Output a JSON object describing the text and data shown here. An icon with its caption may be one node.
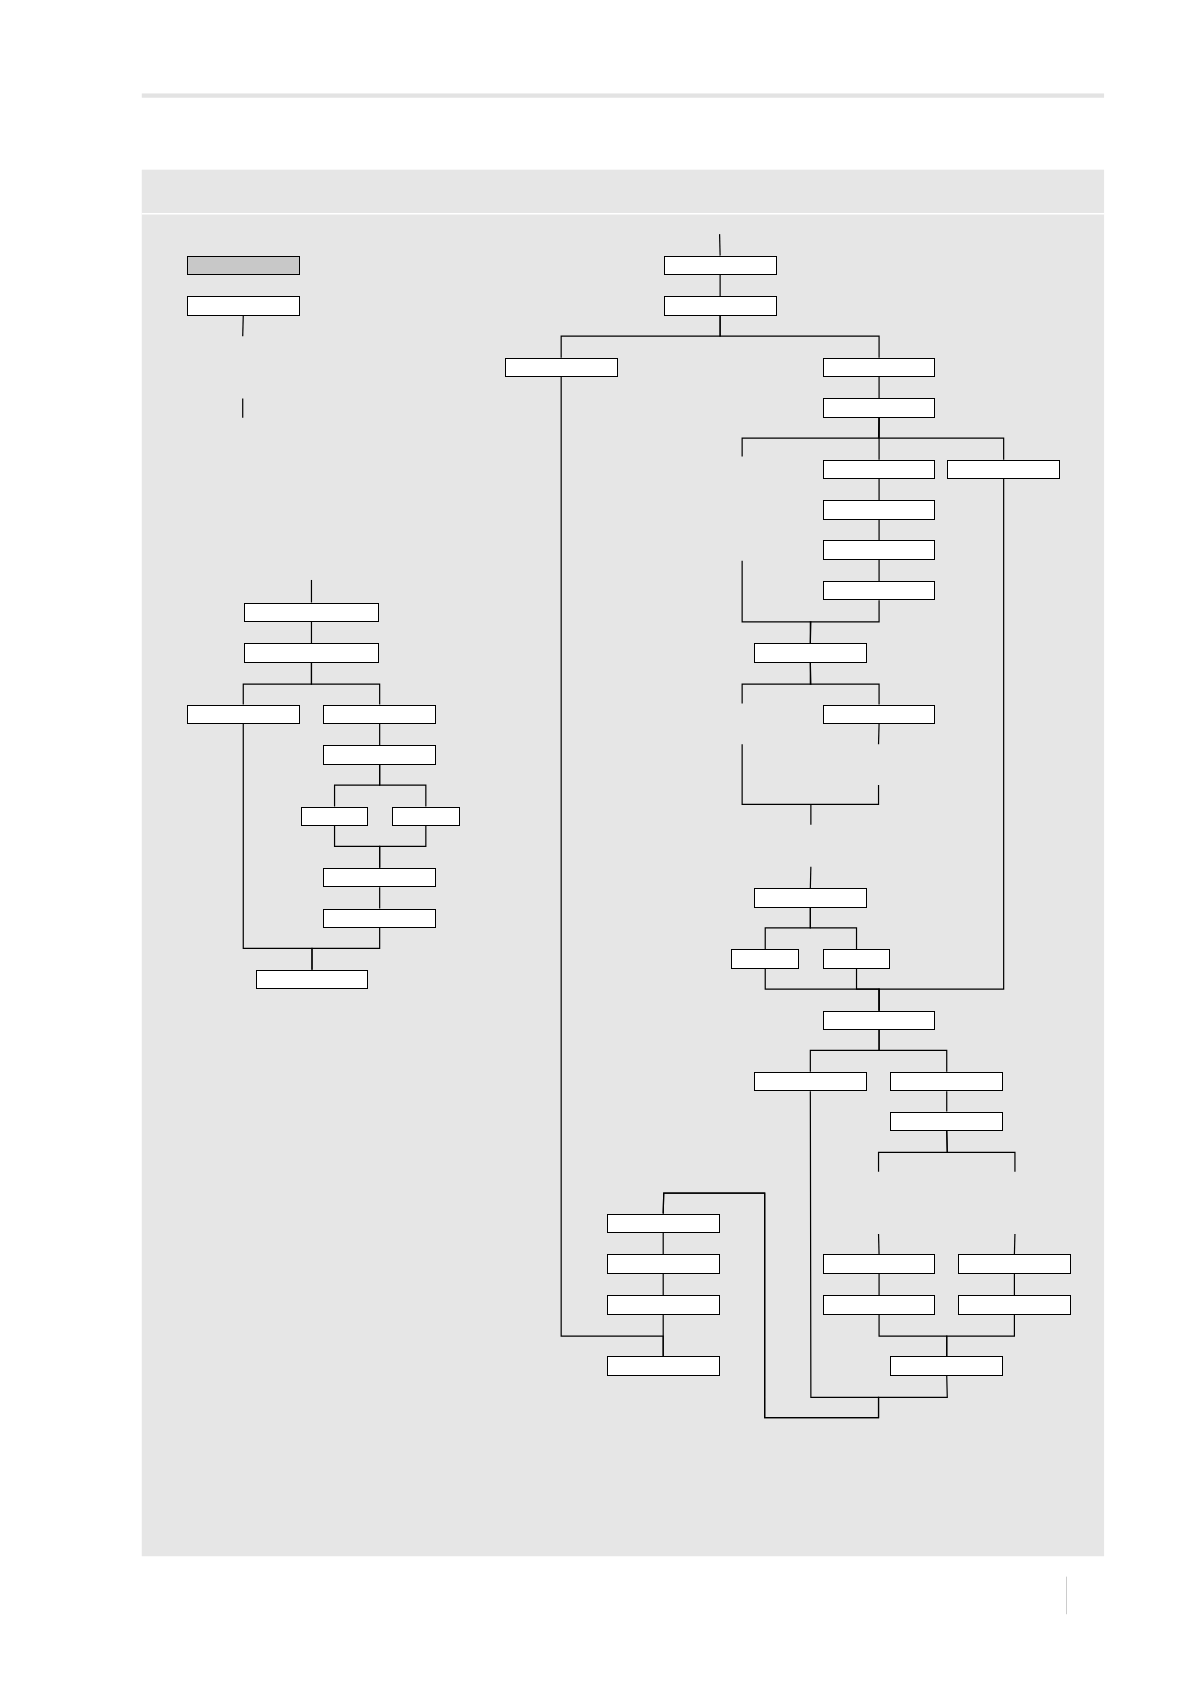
{
  "diagram": {
    "nodes": [
      {
        "text": [],
        "shape": "box"
      },
      {
        "text": [],
        "shape": "box"
      },
      {
        "text": [],
        "shape": "box"
      },
      {
        "text": [],
        "shape": "box"
      },
      {
        "text": [],
        "shape": "box"
      },
      {
        "text": [],
        "shape": "box"
      },
      {
        "text": [],
        "shape": "box"
      },
      {
        "text": [],
        "shape": "box"
      },
      {
        "text": [],
        "shape": "box"
      },
      {
        "text": [],
        "shape": "box"
      },
      {
        "text": [],
        "shape": "box"
      },
      {
        "text": [],
        "shape": "box"
      },
      {
        "text": [],
        "shape": "box"
      },
      {
        "text": [],
        "shape": "box"
      },
      {
        "text": [],
        "shape": "box"
      },
      {
        "text": [],
        "shape": "box"
      },
      {
        "text": [],
        "shape": "box"
      },
      {
        "text": [],
        "shape": "box"
      },
      {
        "text": [],
        "shape": "box"
      },
      {
        "text": [],
        "shape": "box"
      },
      {
        "text": [],
        "shape": "box"
      },
      {
        "text": [],
        "shape": "box"
      },
      {
        "text": [],
        "shape": "box"
      },
      {
        "text": [],
        "shape": "box"
      },
      {
        "text": [],
        "shape": "box"
      },
      {
        "text": [],
        "shape": "box"
      },
      {
        "text": [],
        "shape": "box"
      },
      {
        "text": [],
        "shape": "box"
      },
      {
        "text": [],
        "shape": "box"
      },
      {
        "text": [],
        "shape": "box"
      },
      {
        "text": [],
        "shape": "box"
      },
      {
        "text": [],
        "shape": "box"
      },
      {
        "text": [],
        "shape": "box"
      },
      {
        "text": [],
        "shape": "box"
      },
      {
        "text": [],
        "shape": "box"
      },
      {
        "text": [],
        "shape": "box"
      },
      {
        "text": [],
        "shape": "box"
      },
      {
        "text": [],
        "shape": "box"
      },
      {
        "text": [],
        "shape": "box"
      },
      {
        "text": [],
        "shape": "box"
      }
    ],
    "edges": [
      {
        "from": 2,
        "to": null,
        "arrow": "none"
      },
      {
        "from": null,
        "to": 12,
        "arrow": "none"
      },
      {
        "from": 12,
        "to": 13,
        "arrow": "none"
      },
      {
        "from": 13,
        "to": 15,
        "arrow": "none"
      },
      {
        "from": 13,
        "to": 16,
        "arrow": "none"
      },
      {
        "from": 16,
        "to": 18,
        "arrow": "none"
      },
      {
        "from": 18,
        "to": 19,
        "arrow": "none"
      },
      {
        "from": 18,
        "to": 20,
        "arrow": "none"
      },
      {
        "from": 19,
        "to": 21,
        "arrow": "none"
      },
      {
        "from": 20,
        "to": 21,
        "arrow": "none"
      },
      {
        "from": 21,
        "to": 23,
        "arrow": "none"
      },
      {
        "from": 15,
        "to": 26,
        "arrow": "none"
      },
      {
        "from": 23,
        "to": 26,
        "arrow": "none"
      },
      {
        "from": null,
        "to": 1,
        "arrow": "none"
      },
      {
        "from": 1,
        "to": 3,
        "arrow": "none"
      },
      {
        "from": 3,
        "to": 4,
        "arrow": "none"
      },
      {
        "from": 3,
        "to": 5,
        "arrow": "none"
      },
      {
        "from": 5,
        "to": 6,
        "arrow": "none"
      },
      {
        "from": 6,
        "to": null,
        "arrow": "none"
      },
      {
        "from": 6,
        "to": 7,
        "arrow": "none"
      },
      {
        "from": 6,
        "to": 8,
        "arrow": "none"
      },
      {
        "from": 7,
        "to": 9,
        "arrow": "none"
      },
      {
        "from": 9,
        "to": 10,
        "arrow": "none"
      },
      {
        "from": 10,
        "to": 11,
        "arrow": "none"
      },
      {
        "from": null,
        "to": 14,
        "arrow": "none"
      },
      {
        "from": 11,
        "to": 14,
        "arrow": "none"
      },
      {
        "from": 14,
        "to": null,
        "arrow": "none"
      },
      {
        "from": 14,
        "to": 17,
        "arrow": "none"
      },
      {
        "from": 17,
        "to": null,
        "arrow": "none"
      },
      {
        "from": null,
        "to": 22,
        "arrow": "none"
      },
      {
        "from": 22,
        "to": 24,
        "arrow": "none"
      },
      {
        "from": 22,
        "to": 25,
        "arrow": "none"
      },
      {
        "from": 24,
        "to": 27,
        "arrow": "none"
      },
      {
        "from": 25,
        "to": 27,
        "arrow": "none"
      },
      {
        "from": 8,
        "to": 27,
        "arrow": "none"
      },
      {
        "from": 27,
        "to": 28,
        "arrow": "none"
      },
      {
        "from": 27,
        "to": 29,
        "arrow": "none"
      },
      {
        "from": 29,
        "to": 30,
        "arrow": "none"
      },
      {
        "from": 30,
        "to": null,
        "arrow": "none"
      },
      {
        "from": 30,
        "to": null,
        "arrow": "none"
      },
      {
        "from": null,
        "to": 33,
        "arrow": "none"
      },
      {
        "from": null,
        "to": 34,
        "arrow": "none"
      },
      {
        "from": 33,
        "to": 36,
        "arrow": "none"
      },
      {
        "from": 34,
        "to": 37,
        "arrow": "none"
      },
      {
        "from": 36,
        "to": 39,
        "arrow": "none"
      },
      {
        "from": 37,
        "to": 39,
        "arrow": "none"
      },
      {
        "from": 39,
        "to": 31,
        "arrow": "none"
      },
      {
        "from": 28,
        "to": 31,
        "arrow": "none"
      },
      {
        "from": 31,
        "to": 32,
        "arrow": "none"
      },
      {
        "from": 32,
        "to": 35,
        "arrow": "none"
      },
      {
        "from": 35,
        "to": 38,
        "arrow": "none"
      },
      {
        "from": 4,
        "to": 38,
        "arrow": "none"
      }
    ]
  }
}
